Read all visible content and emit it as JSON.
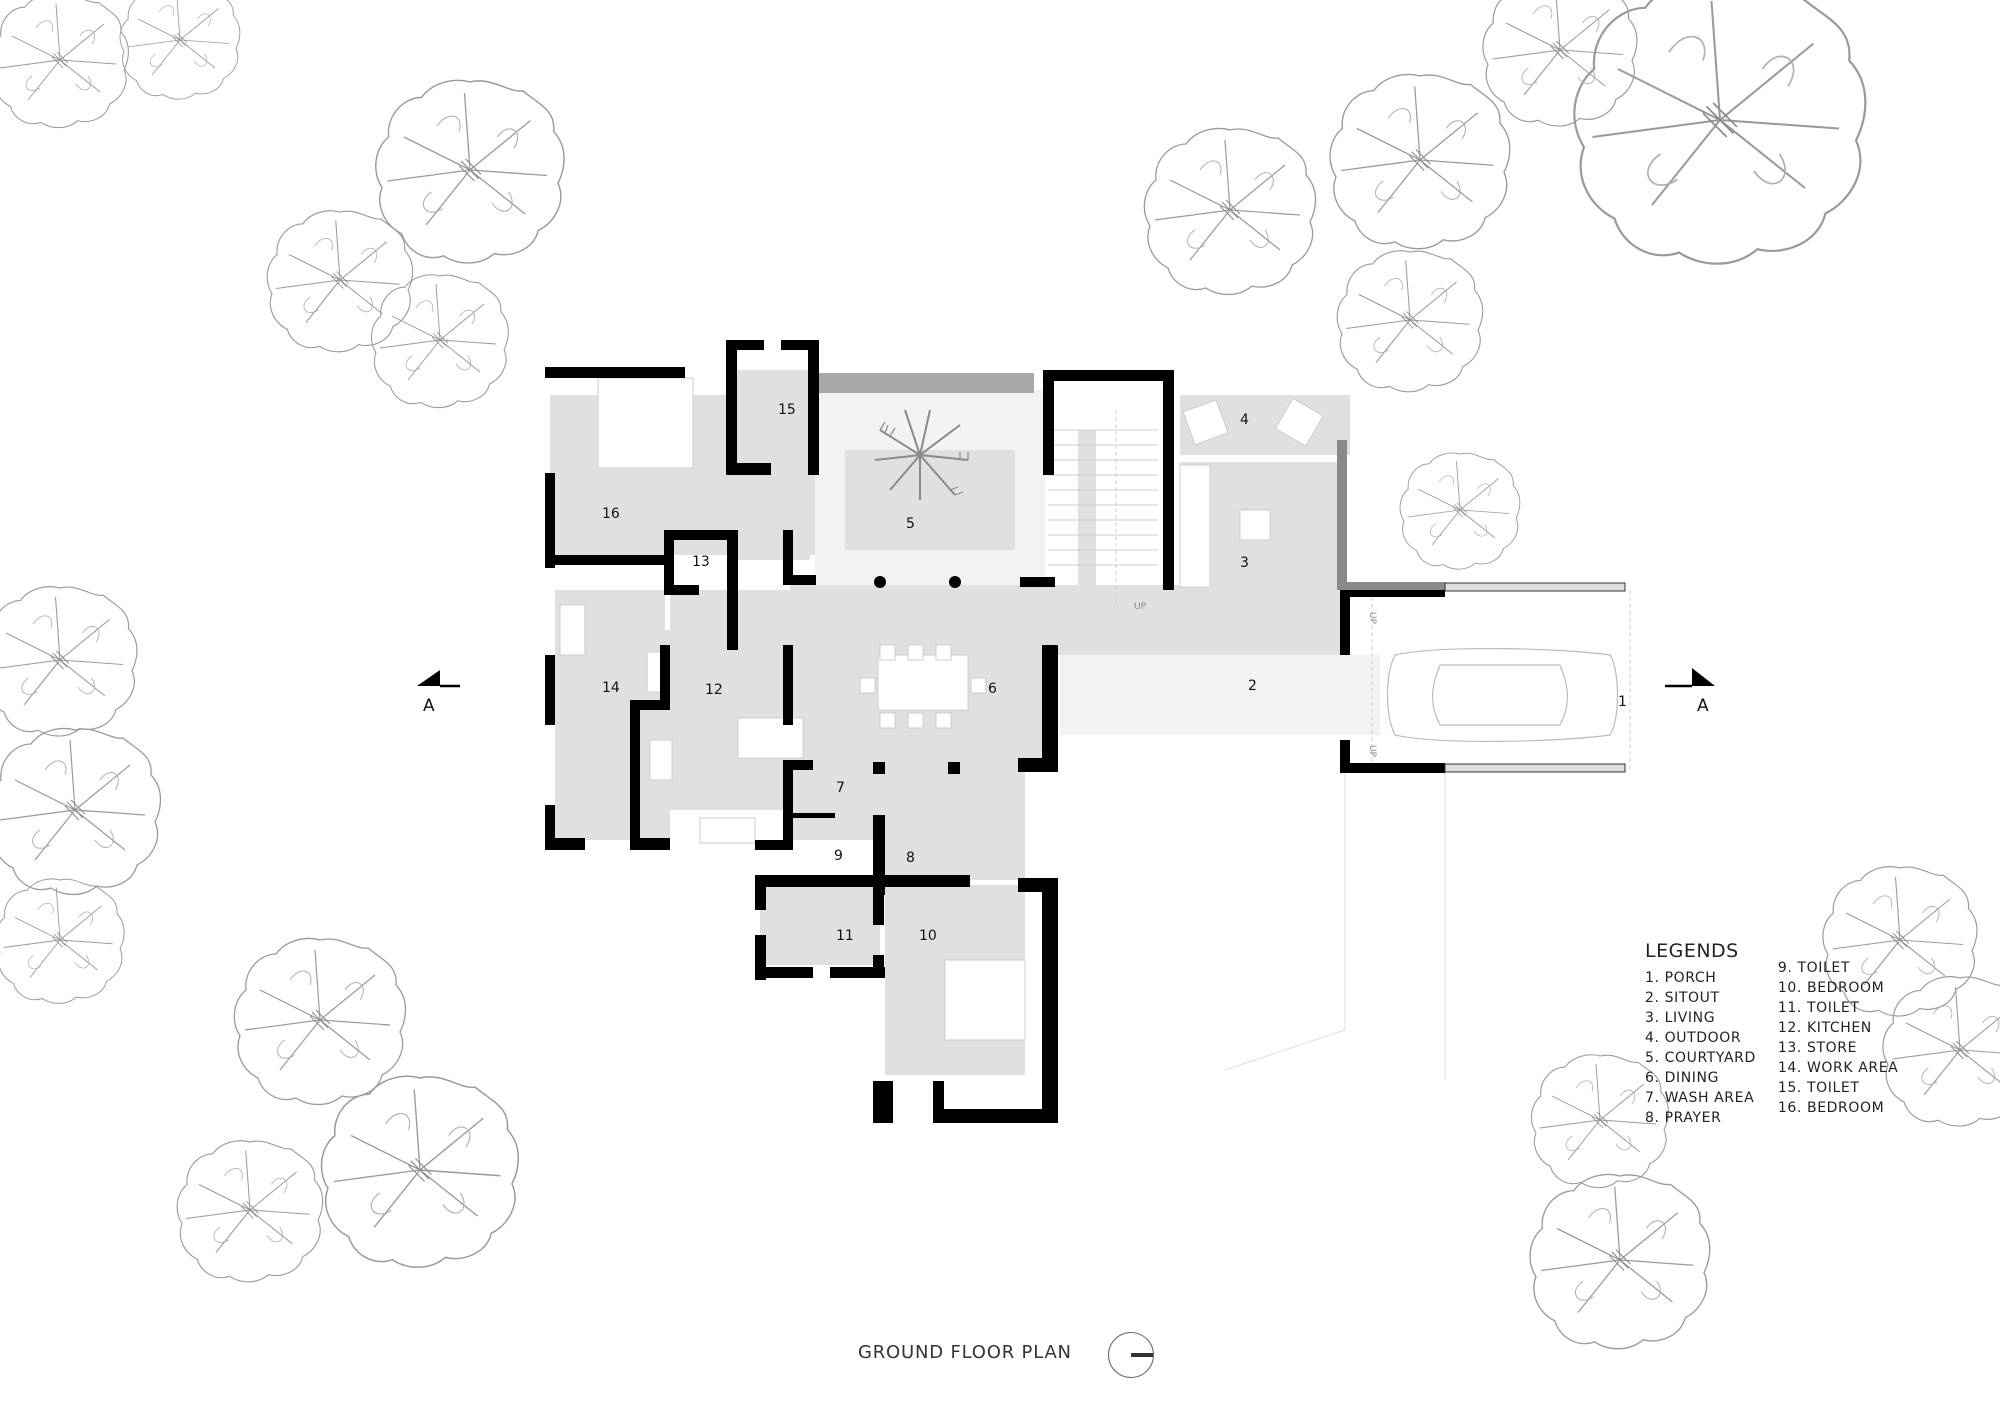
{
  "drawing": {
    "title": "GROUND FLOOR PLAN",
    "north_icon": "north-arrow-icon",
    "section_marker_left": "A",
    "section_marker_right": "A"
  },
  "legend": {
    "heading": "LEGENDS",
    "column1": [
      "1. PORCH",
      "2. SITOUT",
      "3. LIVING",
      "4. OUTDOOR",
      "5. COURTYARD",
      "6. DINING",
      "7. WASH AREA",
      "8.  PRAYER"
    ],
    "column2": [
      "9. TOILET",
      "10. BEDROOM",
      "11. TOILET",
      "12. KITCHEN",
      "13. STORE",
      "14. WORK AREA",
      "15. TOILET",
      "16. BEDROOM"
    ]
  },
  "rooms": {
    "r1": "1",
    "r2": "2",
    "r3": "3",
    "r4": "4",
    "r5": "5",
    "r6": "6",
    "r7": "7",
    "r8": "8",
    "r9": "9",
    "r10": "10",
    "r11": "11",
    "r12": "12",
    "r13": "13",
    "r14": "14",
    "r15": "15",
    "r16": "16"
  },
  "annotations": {
    "stair_up": "UP",
    "step_up_top": "UP",
    "step_up_bottom": "UP"
  },
  "colors": {
    "wall": "#000000",
    "floor": "#e0e0e0",
    "floor_light": "#f2f2f2",
    "tree_line": "#9a9a9a",
    "low_wall": "#8a8a8a"
  }
}
